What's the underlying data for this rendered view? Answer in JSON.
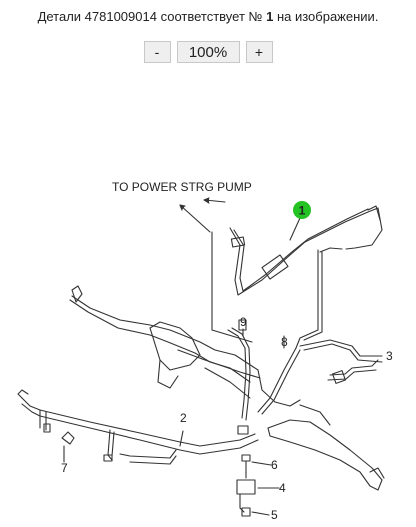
{
  "caption": {
    "prefix": "Детали 4781009014 соответствует №",
    "number": "1",
    "suffix": "на изображении."
  },
  "zoom": {
    "minus_label": "-",
    "level_label": "100%",
    "plus_label": "+"
  },
  "diagram": {
    "header_label": "TO POWER STRG PUMP",
    "callouts": [
      "1",
      "2",
      "3",
      "4",
      "5",
      "6",
      "7",
      "8",
      "9"
    ],
    "highlight_color": "#22c322"
  }
}
